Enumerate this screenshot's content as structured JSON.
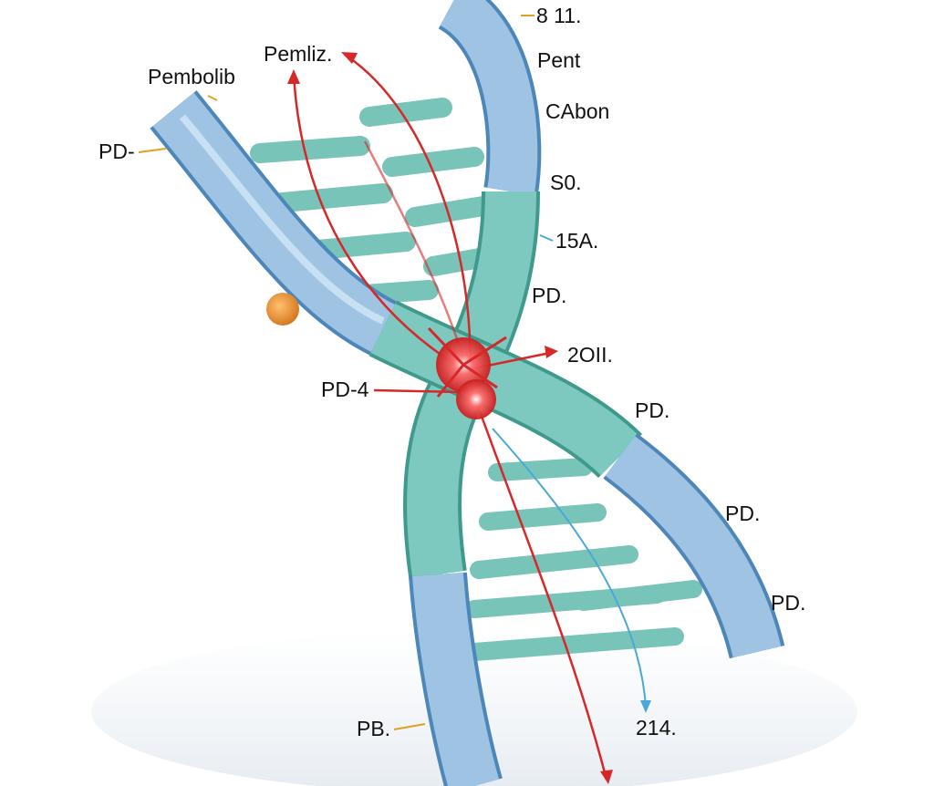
{
  "labels": {
    "l_811": "8 11.",
    "l_pent": "Pent",
    "l_cabon": "CAbon",
    "l_s0": "S0.",
    "l_15a": "15A.",
    "l_pd1": "PD.",
    "l_2011": "2OII.",
    "l_pd2": "PD.",
    "l_pd3": "PD.",
    "l_pd4": "PD.",
    "l_214": "214.",
    "l_pb": "PB.",
    "l_pd4dash": "PD-4",
    "l_pddash": "PD-",
    "l_pembolib": "Pembolib",
    "l_pemliz": "Pemliz."
  },
  "colors": {
    "strand_blue": "#9ec3e3",
    "strand_teal": "#7dc8bf",
    "rung_teal": "#79c4b9",
    "arrow_red": "#d62828",
    "arrow_blue": "#4aa8d8",
    "pointer_gold": "#e0a020",
    "ball_orange": "#f0a040"
  }
}
